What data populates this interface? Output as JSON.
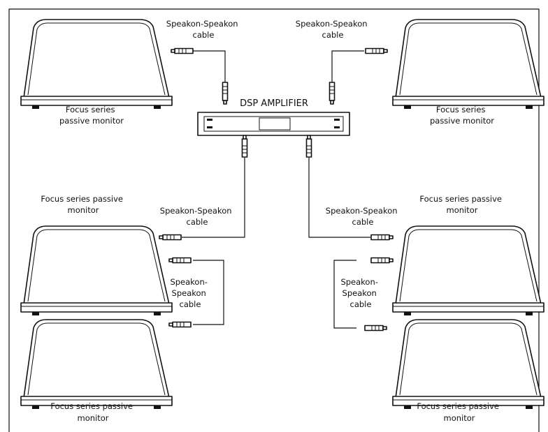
{
  "labels": {
    "monitor_top_left": [
      "Focus series",
      "passive monitor"
    ],
    "monitor_top_right": [
      "Focus series",
      "passive monitor"
    ],
    "monitor_mid_left": [
      "Focus series passive",
      "monitor"
    ],
    "monitor_mid_right": [
      "Focus series passive",
      "monitor"
    ],
    "monitor_bottom_left": [
      "Focus series passive",
      "monitor"
    ],
    "monitor_bottom_right": [
      "Focus series passive",
      "monitor"
    ],
    "cable_top_left": [
      "Speakon-Speakon",
      "cable"
    ],
    "cable_top_right": [
      "Speakon-Speakon",
      "cable"
    ],
    "cable_mid_left": [
      "Speakon-Speakon",
      "cable"
    ],
    "cable_mid_right": [
      "Speakon-Speakon",
      "cable"
    ],
    "cable_link_left": [
      "Speakon-",
      "Speakon",
      "cable"
    ],
    "cable_link_right": [
      "Speakon-",
      "Speakon",
      "cable"
    ]
  },
  "amplifier": {
    "label": "DSP AMPLIFIER"
  }
}
